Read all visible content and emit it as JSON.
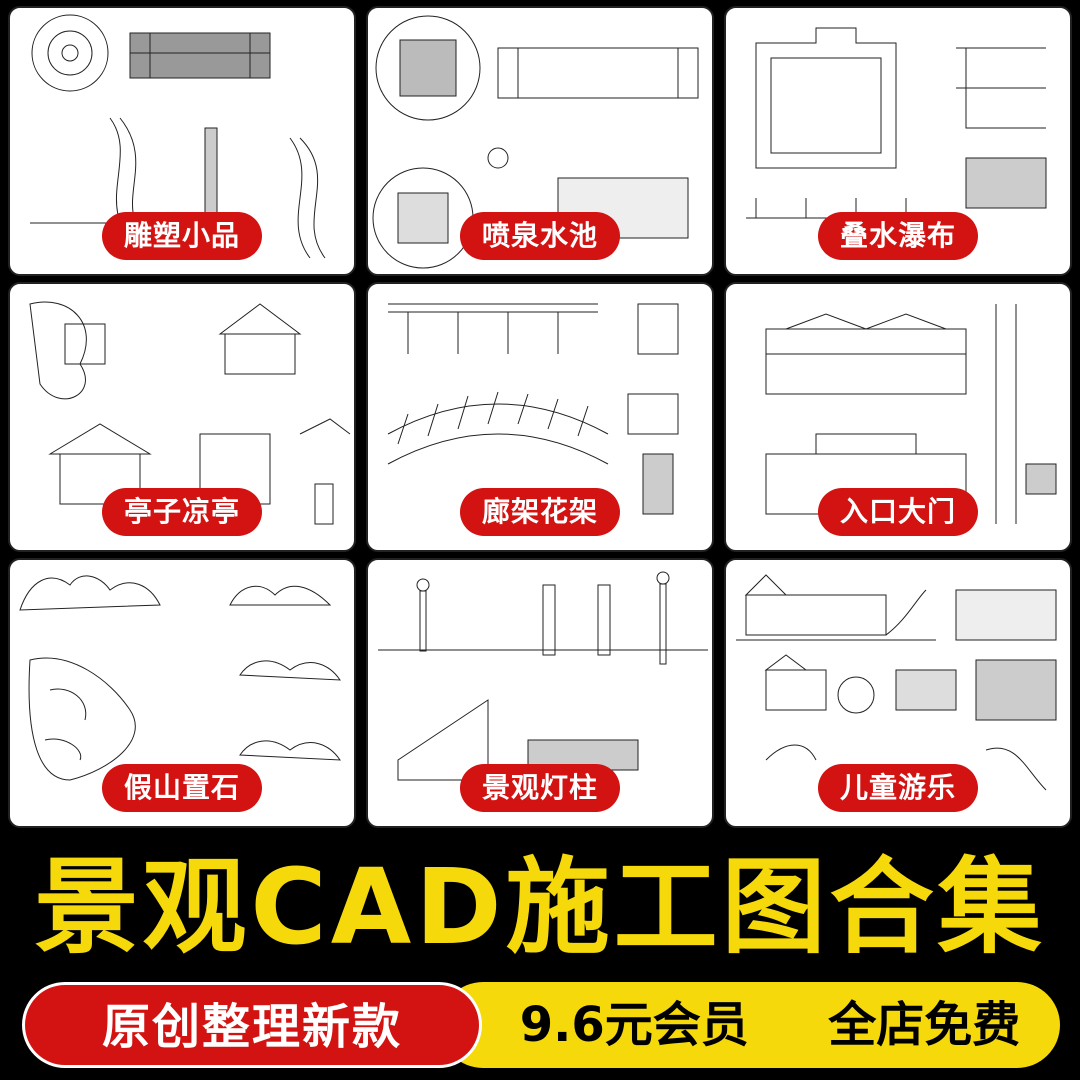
{
  "cards": [
    {
      "label": "雕塑小品"
    },
    {
      "label": "喷泉水池"
    },
    {
      "label": "叠水瀑布"
    },
    {
      "label": "亭子凉亭"
    },
    {
      "label": "廊架花架"
    },
    {
      "label": "入口大门"
    },
    {
      "label": "假山置石"
    },
    {
      "label": "景观灯柱"
    },
    {
      "label": "儿童游乐"
    }
  ],
  "banner": {
    "title": "景观CAD施工图合集"
  },
  "footer": {
    "left": "原创整理新款",
    "price": "9.6元会员",
    "free": "全店免费"
  },
  "colors": {
    "red": "#d31212",
    "yellow": "#f5d90a",
    "black": "#000000"
  }
}
